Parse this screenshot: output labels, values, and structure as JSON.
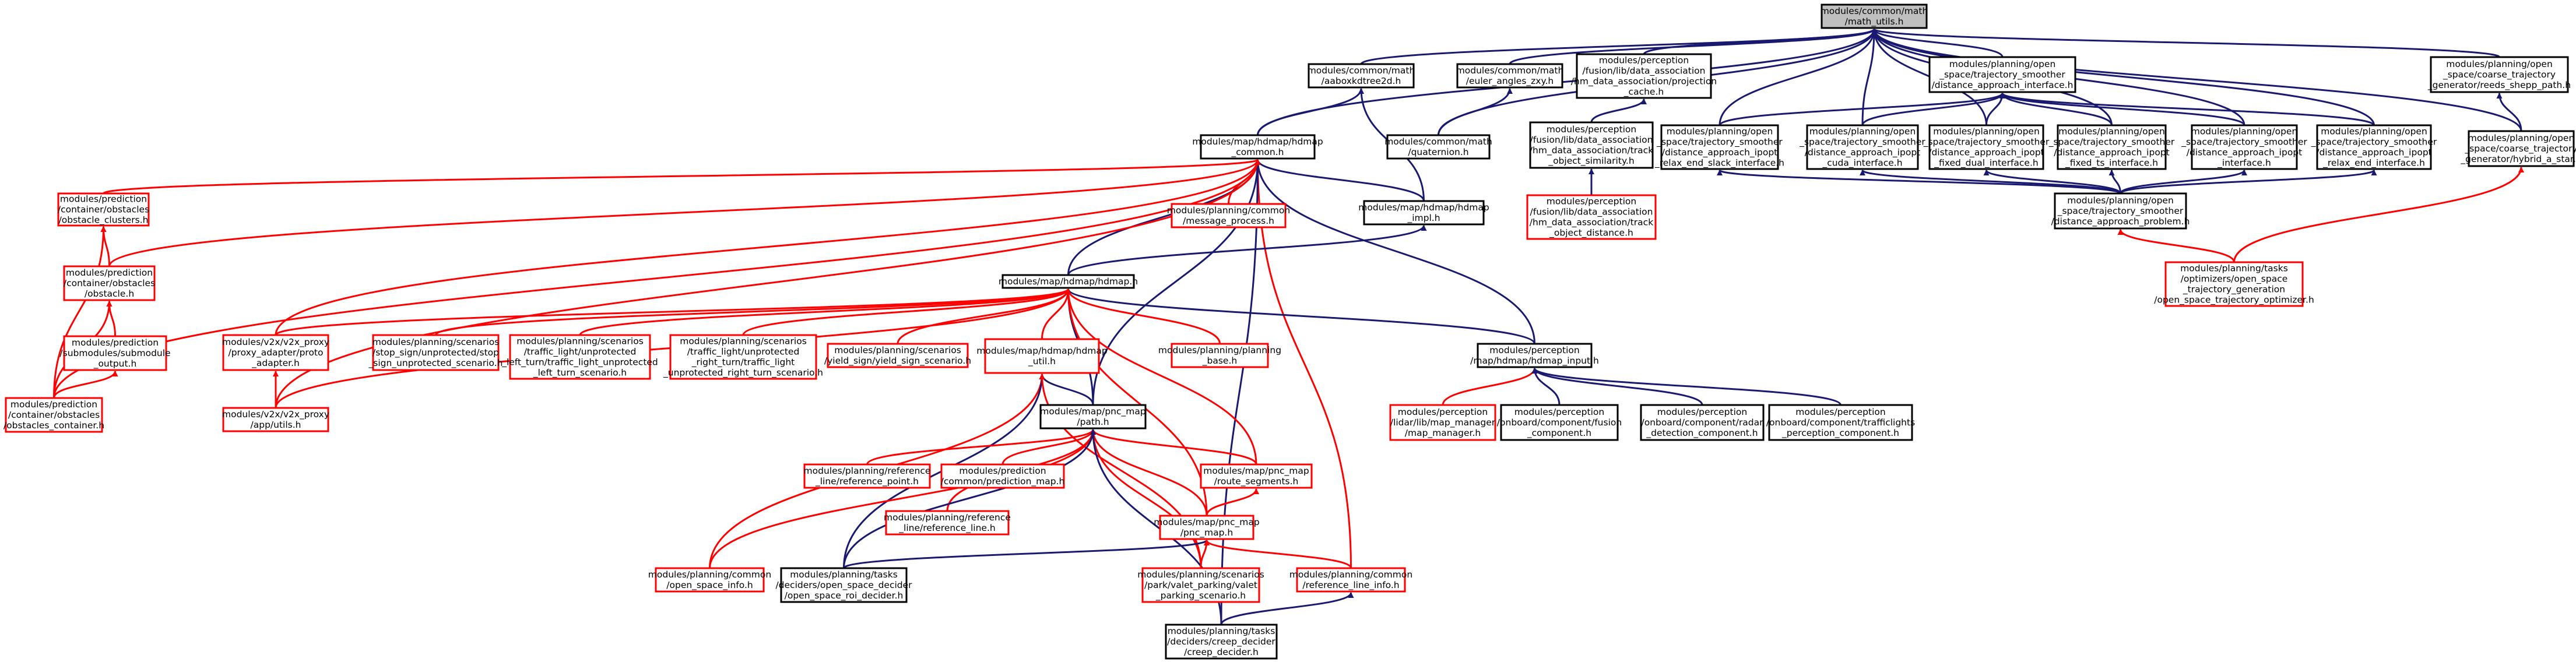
{
  "colors": {
    "edge_default": "#191970",
    "edge_red": "#ff0000",
    "node_black": "#000000",
    "node_red": "#ff0000",
    "root_fill": "#bfbfbf"
  },
  "nodes": {
    "n_root": {
      "lines": [
        "modules/common/math",
        "/math_utils.h"
      ],
      "color": "root"
    },
    "n_aabox": {
      "lines": [
        "modules/common/math",
        "/aaboxkdtree2d.h"
      ],
      "color": "black"
    },
    "n_euler": {
      "lines": [
        "modules/common/math",
        "/euler_angles_zxy.h"
      ],
      "color": "black"
    },
    "n_proj": {
      "lines": [
        "modules/perception",
        "/fusion/lib/data_association",
        "/hm_data_association/projection",
        "_cache.h"
      ],
      "color": "black"
    },
    "n_dai": {
      "lines": [
        "modules/planning/open",
        "_space/trajectory_smoother",
        "/distance_approach_interface.h"
      ],
      "color": "black"
    },
    "n_reeds": {
      "lines": [
        "modules/planning/open",
        "_space/coarse_trajectory",
        "_generator/reeds_shepp_path.h"
      ],
      "color": "black"
    },
    "n_hdmapc": {
      "lines": [
        "modules/map/hdmap/hdmap",
        "_common.h"
      ],
      "color": "black"
    },
    "n_quat": {
      "lines": [
        "modules/common/math",
        "/quaternion.h"
      ],
      "color": "black"
    },
    "n_tracksim": {
      "lines": [
        "modules/perception",
        "/fusion/lib/data_association",
        "/hm_data_association/track",
        "_object_similarity.h"
      ],
      "color": "black"
    },
    "n_relaxslack": {
      "lines": [
        "modules/planning/open",
        "_space/trajectory_smoother",
        "/distance_approach_ipopt",
        "_relax_end_slack_interface.h"
      ],
      "color": "black"
    },
    "n_cuda": {
      "lines": [
        "modules/planning/open",
        "_space/trajectory_smoother",
        "/distance_approach_ipopt",
        "_cuda_interface.h"
      ],
      "color": "black"
    },
    "n_fixeddual": {
      "lines": [
        "modules/planning/open",
        "_space/trajectory_smoother",
        "/distance_approach_ipopt",
        "_fixed_dual_interface.h"
      ],
      "color": "black"
    },
    "n_fixedts": {
      "lines": [
        "modules/planning/open",
        "_space/trajectory_smoother",
        "/distance_approach_ipopt",
        "_fixed_ts_interface.h"
      ],
      "color": "black"
    },
    "n_ipoptif": {
      "lines": [
        "modules/planning/open",
        "_space/trajectory_smoother",
        "/distance_approach_ipopt",
        "_interface.h"
      ],
      "color": "black"
    },
    "n_relaxend": {
      "lines": [
        "modules/planning/open",
        "_space/trajectory_smoother",
        "/distance_approach_ipopt",
        "_relax_end_interface.h"
      ],
      "color": "black"
    },
    "n_hybrid": {
      "lines": [
        "modules/planning/open",
        "_space/coarse_trajectory",
        "_generator/hybrid_a_star.h"
      ],
      "color": "black"
    },
    "n_clusters": {
      "lines": [
        "modules/prediction",
        "/container/obstacles",
        "/obstacle_clusters.h"
      ],
      "color": "red"
    },
    "n_msgproc": {
      "lines": [
        "modules/planning/common",
        "/message_process.h"
      ],
      "color": "red"
    },
    "n_impl": {
      "lines": [
        "modules/map/hdmap/hdmap",
        "_impl.h"
      ],
      "color": "black"
    },
    "n_trackdist": {
      "lines": [
        "modules/perception",
        "/fusion/lib/data_association",
        "/hm_data_association/track",
        "_object_distance.h"
      ],
      "color": "red"
    },
    "n_problem": {
      "lines": [
        "modules/planning/open",
        "_space/trajectory_smoother",
        "/distance_approach_problem.h"
      ],
      "color": "black"
    },
    "n_obstacle": {
      "lines": [
        "modules/prediction",
        "/container/obstacles",
        "/obstacle.h"
      ],
      "color": "red"
    },
    "n_osto": {
      "lines": [
        "modules/planning/tasks",
        "/optimizers/open_space",
        "_trajectory_generation",
        "/open_space_trajectory_optimizer.h"
      ],
      "color": "red"
    },
    "n_hdmap": {
      "lines": [
        "modules/map/hdmap/hdmap.h"
      ],
      "color": "black"
    },
    "n_submod": {
      "lines": [
        "modules/prediction",
        "/submodules/submodule",
        "_output.h"
      ],
      "color": "red"
    },
    "n_proxyadapter": {
      "lines": [
        "modules/v2x/v2x_proxy",
        "/proxy_adapter/proto",
        "_adapter.h"
      ],
      "color": "red"
    },
    "n_stopsign": {
      "lines": [
        "modules/planning/scenarios",
        "/stop_sign/unprotected/stop",
        "_sign_unprotected_scenario.h"
      ],
      "color": "red"
    },
    "n_tlleft": {
      "lines": [
        "modules/planning/scenarios",
        "/traffic_light/unprotected",
        "_left_turn/traffic_light_unprotected",
        "_left_turn_scenario.h"
      ],
      "color": "red"
    },
    "n_tlright": {
      "lines": [
        "modules/planning/scenarios",
        "/traffic_light/unprotected",
        "_right_turn/traffic_light",
        "_unprotected_right_turn_scenario.h"
      ],
      "color": "red"
    },
    "n_yield": {
      "lines": [
        "modules/planning/scenarios",
        "/yield_sign/yield_sign_scenario.h"
      ],
      "color": "red"
    },
    "n_hdutil": {
      "lines": [
        "modules/map/hdmap/hdmap",
        "_util.h"
      ],
      "color": "red"
    },
    "n_plbase": {
      "lines": [
        "modules/planning/planning",
        "_base.h"
      ],
      "color": "red"
    },
    "n_hdinput": {
      "lines": [
        "modules/perception",
        "/map/hdmap/hdmap_input.h"
      ],
      "color": "black"
    },
    "n_container": {
      "lines": [
        "modules/prediction",
        "/container/obstacles",
        "/obstacles_container.h"
      ],
      "color": "red"
    },
    "n_apputils": {
      "lines": [
        "modules/v2x/v2x_proxy",
        "/app/utils.h"
      ],
      "color": "red"
    },
    "n_pncpath": {
      "lines": [
        "modules/map/pnc_map",
        "/path.h"
      ],
      "color": "black"
    },
    "n_hdmapmgr": {
      "lines": [
        "modules/perception",
        "/lidar/lib/map_manager",
        "/map_manager.h"
      ],
      "color": "red"
    },
    "n_fusioncomp": {
      "lines": [
        "modules/perception",
        "/onboard/component/fusion",
        "_component.h"
      ],
      "color": "black"
    },
    "n_radar": {
      "lines": [
        "modules/perception",
        "/onboard/component/radar",
        "_detection_component.h"
      ],
      "color": "black"
    },
    "n_traffic": {
      "lines": [
        "modules/perception",
        "/onboard/component/trafficlights",
        "_perception_component.h"
      ],
      "color": "black"
    },
    "n_refpoint": {
      "lines": [
        "modules/planning/reference",
        "_line/reference_point.h"
      ],
      "color": "red"
    },
    "n_predmap": {
      "lines": [
        "modules/prediction",
        "/common/prediction_map.h"
      ],
      "color": "red"
    },
    "n_routeseg": {
      "lines": [
        "modules/map/pnc_map",
        "/route_segments.h"
      ],
      "color": "red"
    },
    "n_refline": {
      "lines": [
        "modules/planning/reference",
        "_line/reference_line.h"
      ],
      "color": "red"
    },
    "n_pncmap": {
      "lines": [
        "modules/map/pnc_map",
        "/pnc_map.h"
      ],
      "color": "red"
    },
    "n_openinfo": {
      "lines": [
        "modules/planning/common",
        "/open_space_info.h"
      ],
      "color": "red"
    },
    "n_roi": {
      "lines": [
        "modules/planning/tasks",
        "/deciders/open_space_decider",
        "/open_space_roi_decider.h"
      ],
      "color": "black"
    },
    "n_valet": {
      "lines": [
        "modules/planning/scenarios",
        "/park/valet_parking/valet",
        "_parking_scenario.h"
      ],
      "color": "red"
    },
    "n_refinfo": {
      "lines": [
        "modules/planning/common",
        "/reference_line_info.h"
      ],
      "color": "red"
    },
    "n_creep": {
      "lines": [
        "modules/planning/tasks",
        "/deciders/creep_decider",
        "/creep_decider.h"
      ],
      "color": "black"
    }
  }
}
